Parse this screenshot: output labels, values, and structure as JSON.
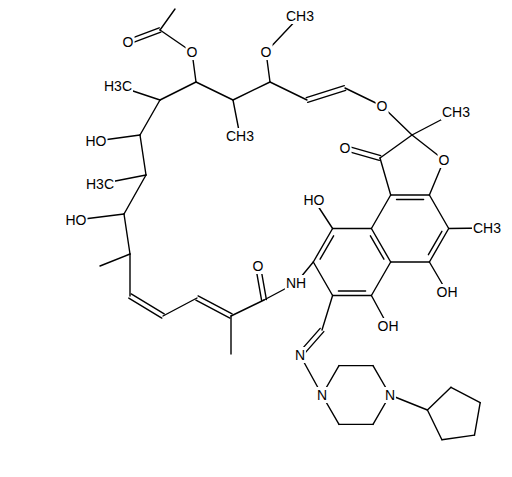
{
  "diagram": {
    "labels": [
      "O",
      "CH3",
      "O",
      "O",
      "CH3",
      "O",
      "CH3",
      "O",
      "O",
      "CH3",
      "H3C",
      "HO",
      "OH",
      "H3C",
      "HO",
      "HO",
      "N",
      "N",
      "OH",
      "NH",
      "N",
      "O"
    ]
  }
}
